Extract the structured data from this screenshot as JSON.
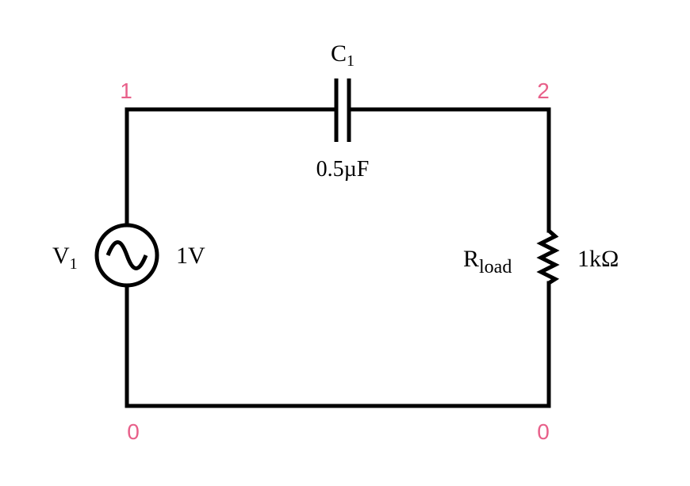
{
  "node_color": "#e8608a",
  "nodes": {
    "n1": "1",
    "n2": "2",
    "n0_left": "0",
    "n0_right": "0"
  },
  "capacitor": {
    "name_main": "C",
    "name_sub": "1",
    "value": "0.5µF"
  },
  "source": {
    "name_main": "V",
    "name_sub": "1",
    "value": "1V",
    "icon": "ac-source-icon"
  },
  "resistor": {
    "name_main": "R",
    "name_sub": "load",
    "value": "1kΩ"
  }
}
